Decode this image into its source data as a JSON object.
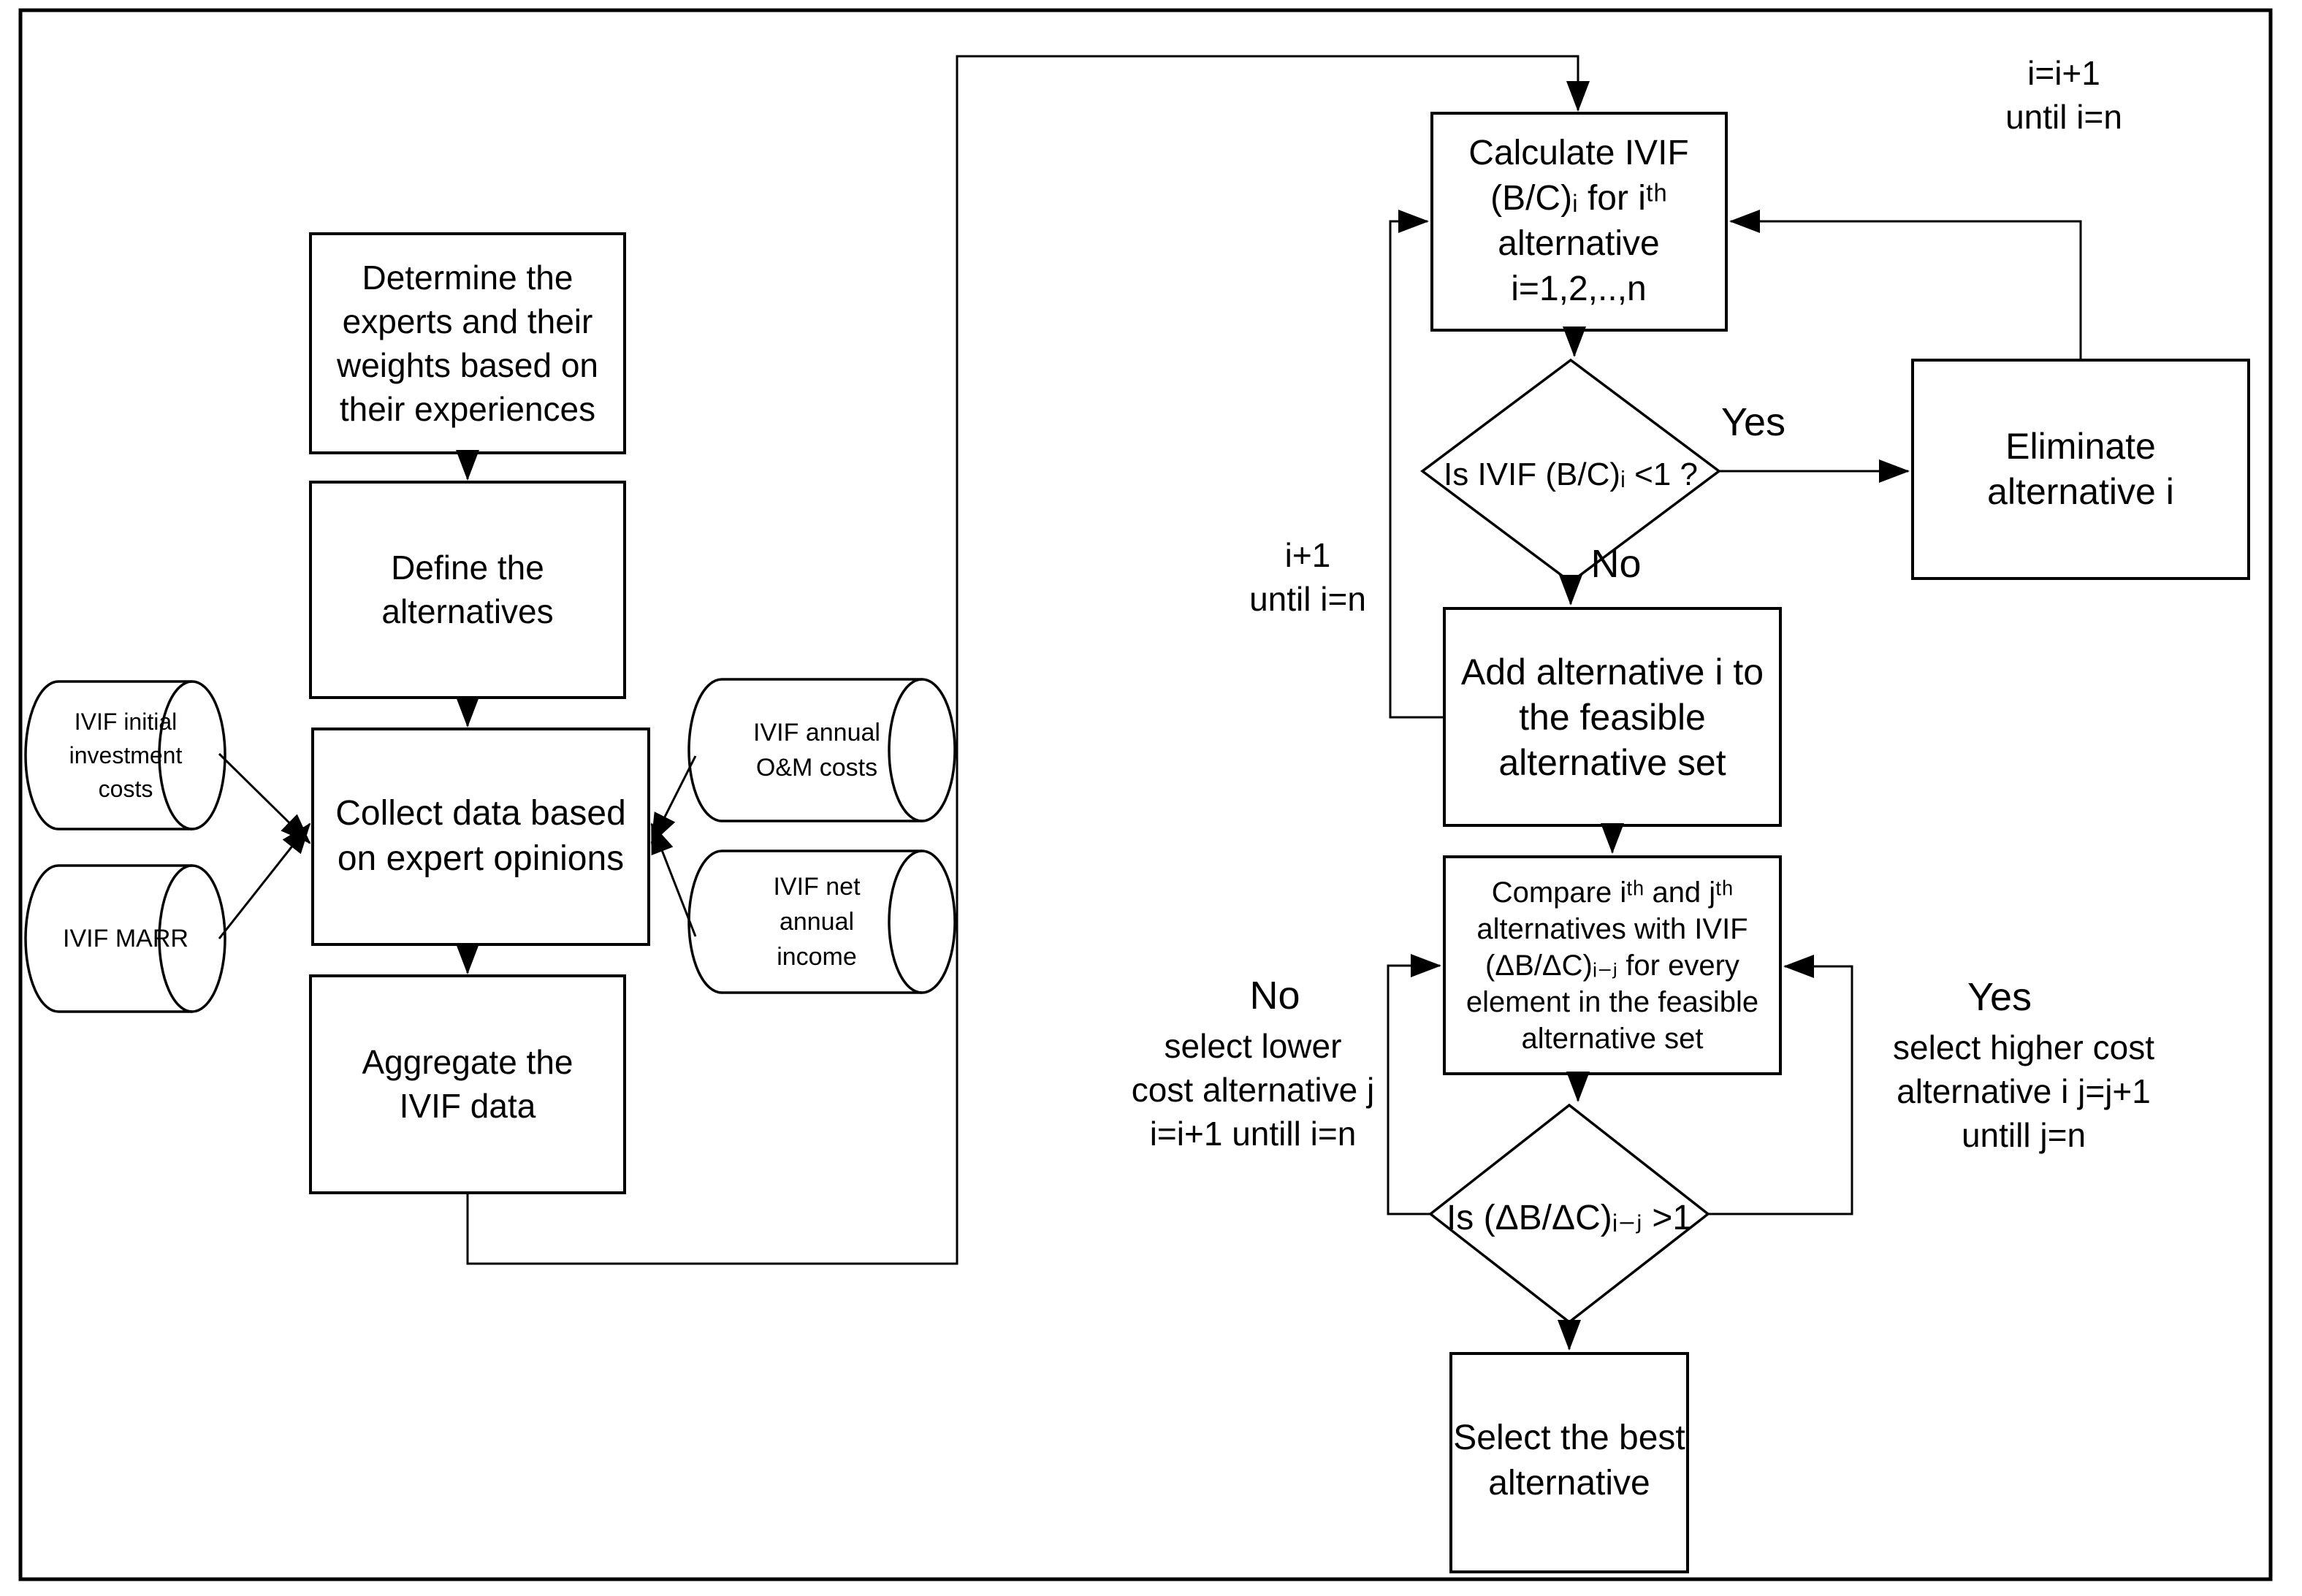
{
  "colors": {
    "ink": "#000000",
    "paper": "#ffffff"
  },
  "nodes": {
    "determine": {
      "label": "Determine the\nexperts and their\nweights based on\ntheir experiences"
    },
    "define": {
      "label": "Define the\nalternatives"
    },
    "collect": {
      "label": "Collect data based\non expert opinions"
    },
    "aggregate": {
      "label": "Aggregate the\nIVIF data"
    },
    "calculate": {
      "label": "Calculate IVIF\n(B/C)ᵢ for iᵗʰ\nalternative\ni=1,2,..,n"
    },
    "eliminate": {
      "label": "Eliminate\nalternative i"
    },
    "add_feasible": {
      "label": "Add alternative i to\nthe feasible\nalternative set"
    },
    "compare": {
      "label": "Compare iᵗʰ and jᵗʰ\nalternatives with IVIF\n(ΔB/ΔC)ᵢ₋ⱼ for every\nelement in the feasible\nalternative set"
    },
    "select_best": {
      "label": "Select the best\nalternative"
    }
  },
  "decisions": {
    "bc_check": {
      "label": "Is IVIF (B/C)ᵢ <1 ?",
      "yes": "Yes",
      "no": "No"
    },
    "delta_check": {
      "label": "Is (ΔB/ΔC)ᵢ₋ⱼ >1",
      "no_head": "No",
      "no_detail": "select lower\ncost alternative j\ni=i+1  untill i=n",
      "yes_head": "Yes",
      "yes_detail": "select higher cost\nalternative i j=j+1\nuntill j=n"
    }
  },
  "datastores": {
    "initial_investment": {
      "label": "IVIF initial\ninvestment\ncosts"
    },
    "marr": {
      "label": "IVIF  MARR"
    },
    "om_costs": {
      "label": "IVIF annual\nO&M costs"
    },
    "net_income": {
      "label": "IVIF net\nannual\nincome"
    }
  },
  "loop_labels": {
    "outer": "i=i+1\nuntil i=n",
    "inner": "i+1\nuntil i=n"
  }
}
